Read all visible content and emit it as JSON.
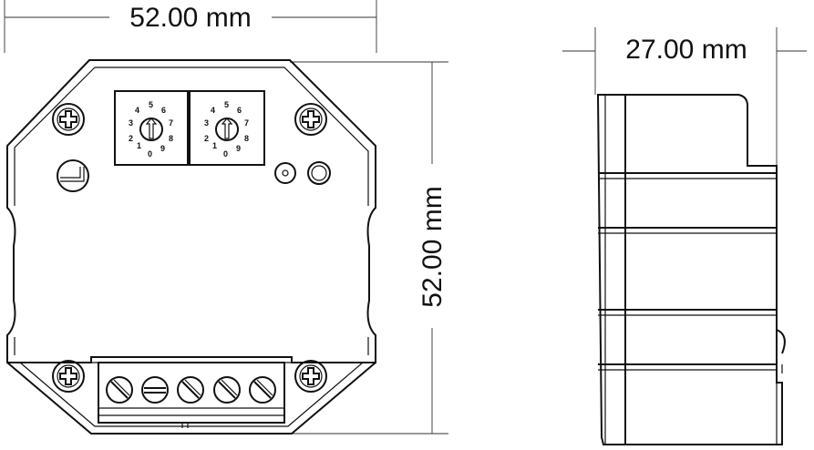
{
  "dimensions": {
    "front_width": "52.00 mm",
    "front_height": "52.00 mm",
    "side_depth": "27.00 mm"
  },
  "dials": {
    "left": [
      "1",
      "2",
      "3",
      "4",
      "5",
      "6",
      "7",
      "8",
      "9",
      "0"
    ],
    "right": [
      "1",
      "2",
      "3",
      "4",
      "5",
      "6",
      "7",
      "8",
      "9",
      "0"
    ]
  }
}
